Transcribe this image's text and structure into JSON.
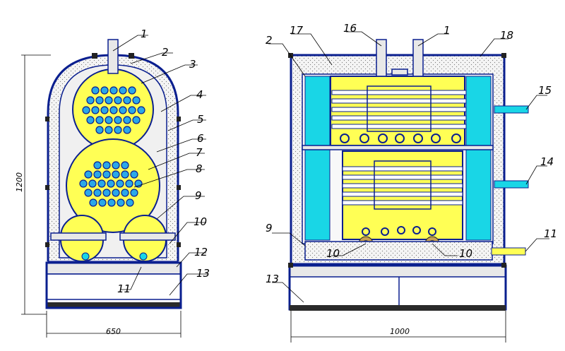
{
  "left_view": {
    "callouts": [
      "1",
      "2",
      "3",
      "4",
      "5",
      "6",
      "7",
      "8",
      "9",
      "10",
      "12",
      "13",
      "11"
    ],
    "dim_height": "1200",
    "dim_width": "650"
  },
  "right_view": {
    "callouts": [
      "17",
      "16",
      "1",
      "18",
      "2",
      "15",
      "14",
      "11",
      "9",
      "10",
      "10",
      "13"
    ],
    "dim_width": "1000"
  },
  "colors": {
    "frame": "#0a1f8f",
    "drum_fill": "#ffff55",
    "screen_fill": "#19d6e6",
    "tube_fill": "#2aa8e8"
  }
}
